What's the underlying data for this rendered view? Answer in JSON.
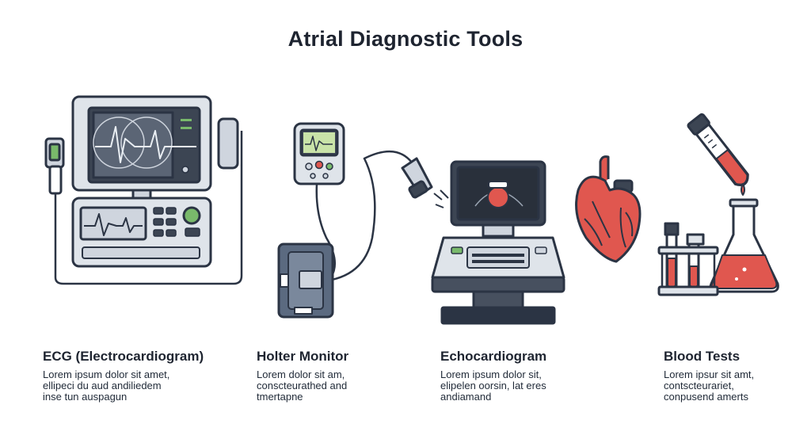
{
  "title": "Atrial Diagnostic Tools",
  "tools": [
    {
      "name": "ECG (Electrocardiogram)",
      "lines": [
        "Lorem ipsum dolor sit amet,",
        "ellipeci du aud andiliedem",
        "inse tun auspagun"
      ]
    },
    {
      "name": "Holter Monitor",
      "lines": [
        "Lorem dolor sit am,",
        "conscteurathed and",
        "tmertapne"
      ]
    },
    {
      "name": "Echocardiogram",
      "lines": [
        "Lorem ipsum dolor sit,",
        "elipelen oorsin, lat eres",
        "andiamand"
      ]
    },
    {
      "name": "Blood Tests",
      "lines": [
        "Lorem ipsur sit amt,",
        "contscteurariet,",
        "conpusend amerts"
      ]
    }
  ],
  "colors": {
    "outline": "#2b3444",
    "device_gray": "#cfd5de",
    "screen_dark": "#3c4553",
    "accent_red": "#e0574f",
    "accent_green": "#79b96b",
    "base_navy": "#47505f"
  }
}
